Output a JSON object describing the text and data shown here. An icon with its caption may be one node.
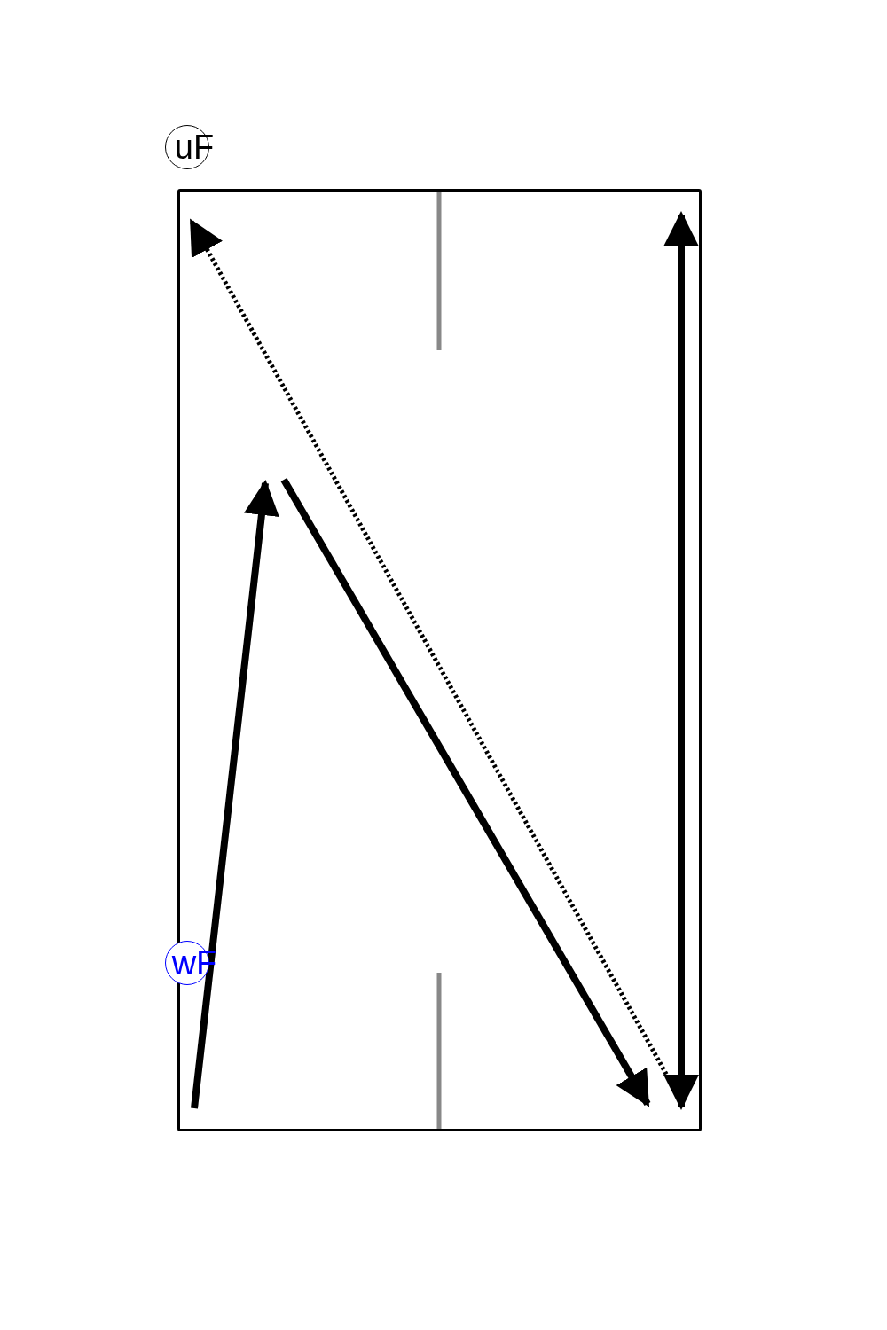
{
  "diagram": {
    "nodes": [
      {
        "text": [],
        "shape": "box"
      },
      {
        "text": [
          "uF"
        ]
      },
      {
        "text": [
          "wF"
        ]
      }
    ]
  }
}
